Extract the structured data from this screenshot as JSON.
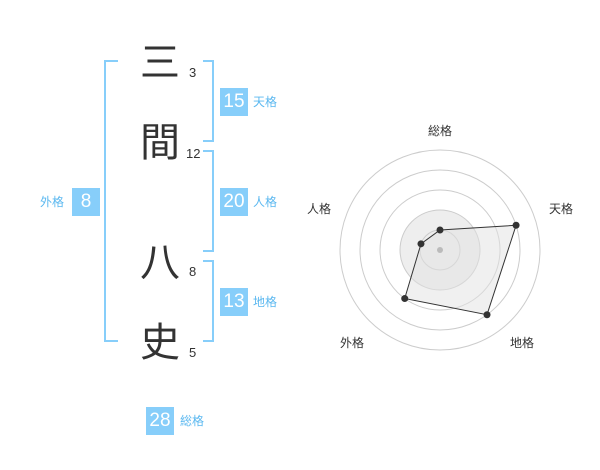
{
  "name": {
    "chars": [
      {
        "char": "三",
        "strokes": "3"
      },
      {
        "char": "間",
        "strokes": "12"
      },
      {
        "char": "八",
        "strokes": "8"
      },
      {
        "char": "史",
        "strokes": "5"
      }
    ]
  },
  "kakusu": {
    "tenkaku": {
      "value": "15",
      "label": "天格"
    },
    "jinkaku": {
      "value": "20",
      "label": "人格"
    },
    "chikaku": {
      "value": "13",
      "label": "地格"
    },
    "gaikaku": {
      "value": "8",
      "label": "外格"
    },
    "soukaku": {
      "value": "28",
      "label": "総格"
    }
  },
  "radar": {
    "axis_labels": {
      "soukaku": "総格",
      "tenkaku": "天格",
      "chikaku": "地格",
      "gaikaku": "外格",
      "jinkaku": "人格"
    },
    "levels": 5,
    "scores": {
      "soukaku": 1,
      "tenkaku": 4,
      "chikaku": 4,
      "gaikaku": 3,
      "jinkaku": 1
    },
    "colors": {
      "ring": "#cccccc",
      "ring_fill_inner": "#eeeeee",
      "polygon_fill": "rgba(225,225,225,0.5)",
      "polygon_stroke": "#333333",
      "point": "#333333",
      "center": "#bbbbbb"
    }
  }
}
